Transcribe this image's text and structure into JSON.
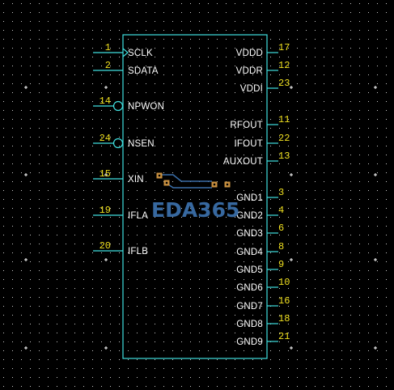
{
  "schematic": {
    "background_color": "#000000",
    "grid_dot_color": "#c8c8c8",
    "body_outline_color": "#40e0e0",
    "pin_line_color": "#40e0e0",
    "pin_number_color": "#f0e020",
    "pin_name_color": "#ffffff",
    "left_pins": [
      {
        "number": "1",
        "name": "SCLK",
        "style": "clock"
      },
      {
        "number": "2",
        "name": "SDATA",
        "style": "line"
      },
      {
        "number": "14",
        "name": "NPWON",
        "style": "bubble"
      },
      {
        "number": "24",
        "name": "NSEN",
        "style": "bubble"
      },
      {
        "number": "15",
        "name": "XIN",
        "style": "line"
      },
      {
        "number": "19",
        "name": "IFLA",
        "style": "line"
      },
      {
        "number": "20",
        "name": "IFLB",
        "style": "line"
      }
    ],
    "right_pins": [
      {
        "number": "17",
        "name": "VDDD"
      },
      {
        "number": "12",
        "name": "VDDR"
      },
      {
        "number": "23",
        "name": "VDDI"
      },
      {
        "number": "11",
        "name": "RFOUT"
      },
      {
        "number": "22",
        "name": "IFOUT"
      },
      {
        "number": "13",
        "name": "AUXOUT"
      },
      {
        "number": "3",
        "name": "GND1"
      },
      {
        "number": "4",
        "name": "GND2"
      },
      {
        "number": "6",
        "name": "GND3"
      },
      {
        "number": "8",
        "name": "GND4"
      },
      {
        "number": "9",
        "name": "GND5"
      },
      {
        "number": "10",
        "name": "GND6"
      },
      {
        "number": "16",
        "name": "GND7"
      },
      {
        "number": "18",
        "name": "GND8"
      },
      {
        "number": "21",
        "name": "GND9"
      }
    ]
  },
  "watermark": {
    "text": "EDA365",
    "color": "#3a6ea8",
    "logo_color": "#c89040"
  }
}
